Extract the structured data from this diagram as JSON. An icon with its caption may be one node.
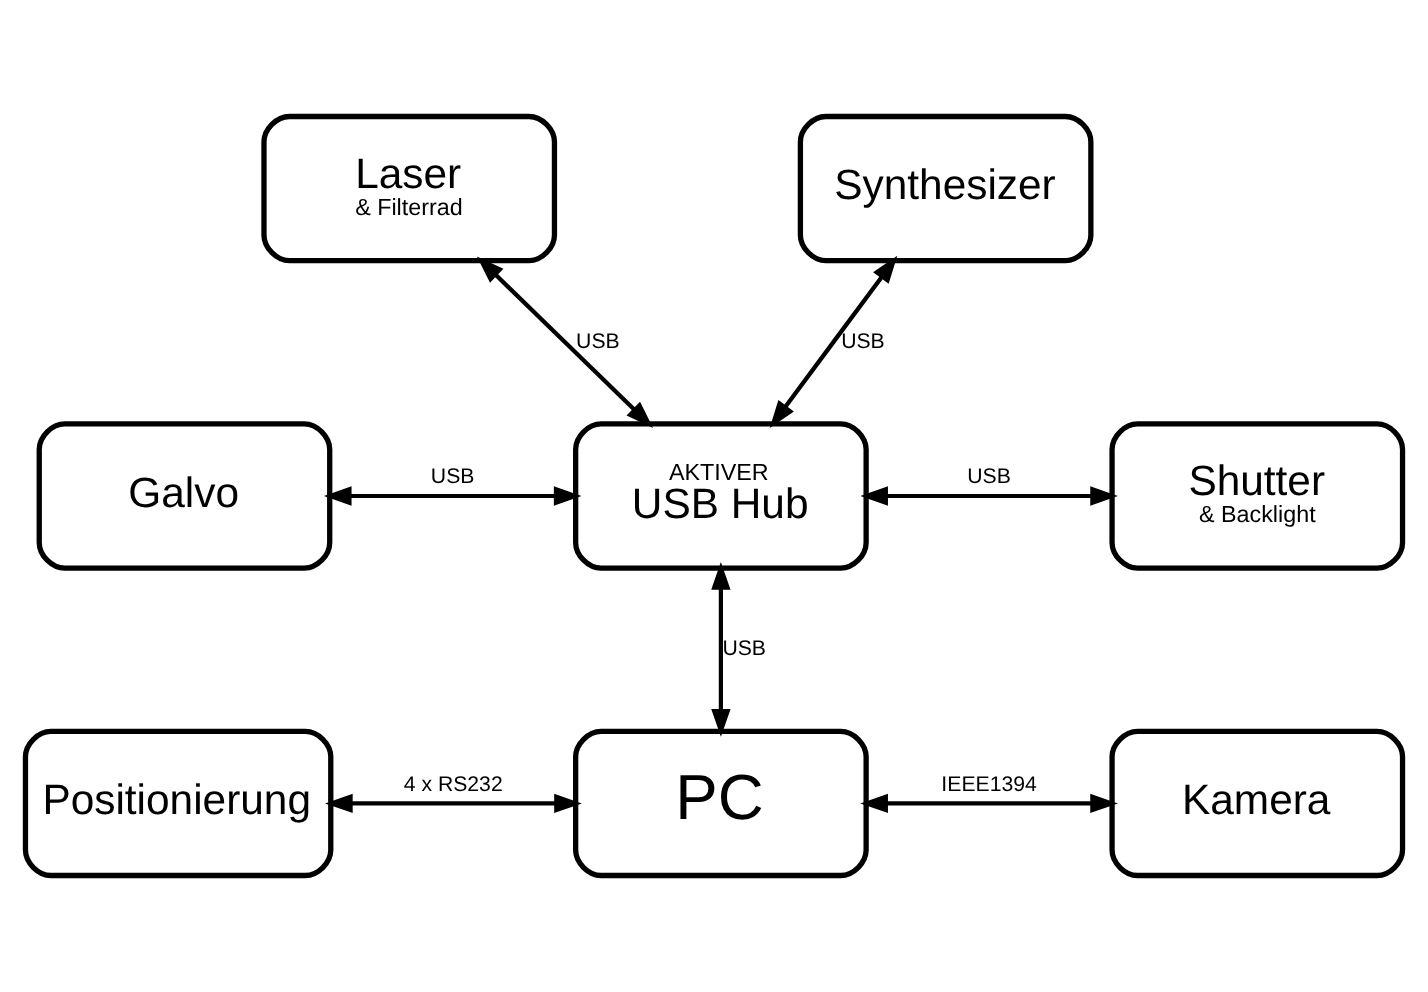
{
  "diagram": {
    "nodes": [
      {
        "text": [
          "Laser",
          "& Filterrad"
        ]
      },
      {
        "text": [
          "Synthesizer"
        ]
      },
      {
        "text": [
          "Galvo"
        ]
      },
      {
        "text": [
          "AKTIVER",
          "USB Hub"
        ]
      },
      {
        "text": [
          "Shutter",
          "& Backlight"
        ]
      },
      {
        "text": [
          "Positionierung"
        ]
      },
      {
        "text": [
          "PC"
        ]
      },
      {
        "text": [
          "Kamera"
        ]
      }
    ],
    "edges": [
      {
        "from": 0,
        "to": 3,
        "arrow": "both",
        "label": "USB"
      },
      {
        "from": 1,
        "to": 3,
        "arrow": "both",
        "label": "USB"
      },
      {
        "from": 2,
        "to": 3,
        "arrow": "both",
        "label": "USB"
      },
      {
        "from": 3,
        "to": 4,
        "arrow": "both",
        "label": "USB"
      },
      {
        "from": 3,
        "to": 6,
        "arrow": "both",
        "label": "USB"
      },
      {
        "from": 5,
        "to": 6,
        "arrow": "both",
        "label": "4 x RS232"
      },
      {
        "from": 6,
        "to": 7,
        "arrow": "both",
        "label": "IEEE1394"
      }
    ]
  }
}
